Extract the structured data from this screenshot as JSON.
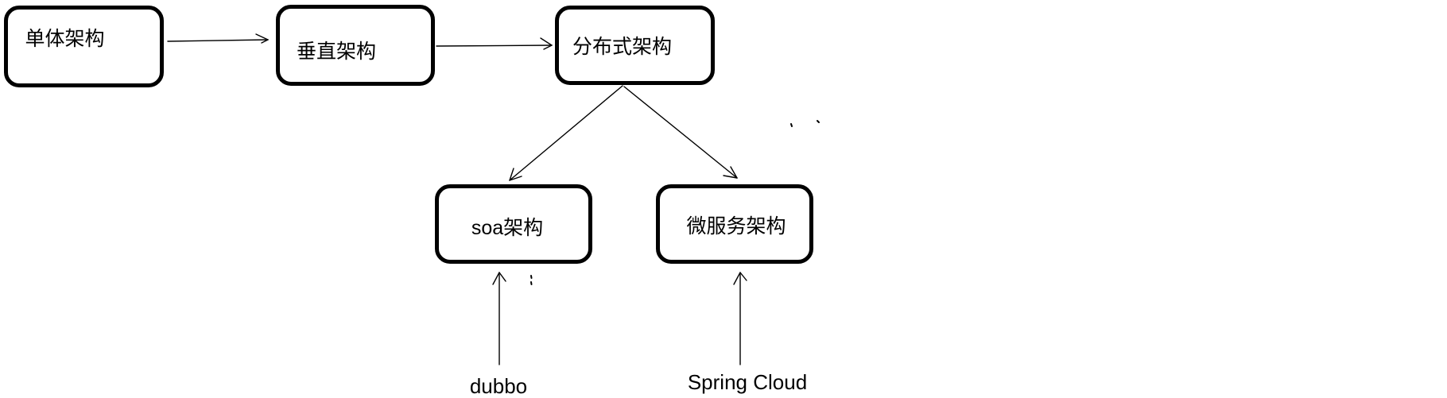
{
  "diagram": {
    "nodes": [
      {
        "id": "monolithic",
        "label": "单体架构"
      },
      {
        "id": "vertical",
        "label": "垂直架构"
      },
      {
        "id": "distributed",
        "label": "分布式架构"
      },
      {
        "id": "soa",
        "label": "soa架构"
      },
      {
        "id": "microservices",
        "label": "微服务架构"
      }
    ],
    "tech_labels": [
      {
        "id": "dubbo",
        "label": "dubbo"
      },
      {
        "id": "spring-cloud",
        "label": "Spring Cloud"
      }
    ],
    "edges": [
      {
        "from": "单体架构",
        "to": "垂直架构"
      },
      {
        "from": "垂直架构",
        "to": "分布式架构"
      },
      {
        "from": "分布式架构",
        "to": "soa架构"
      },
      {
        "from": "分布式架构",
        "to": "微服务架构"
      },
      {
        "from": "dubbo",
        "to": "soa架构"
      },
      {
        "from": "Spring Cloud",
        "to": "微服务架构"
      }
    ],
    "colors": {
      "stroke": "#000000",
      "node_fill": "#ffffff",
      "text": "#000000",
      "background": "#ffffff"
    }
  }
}
